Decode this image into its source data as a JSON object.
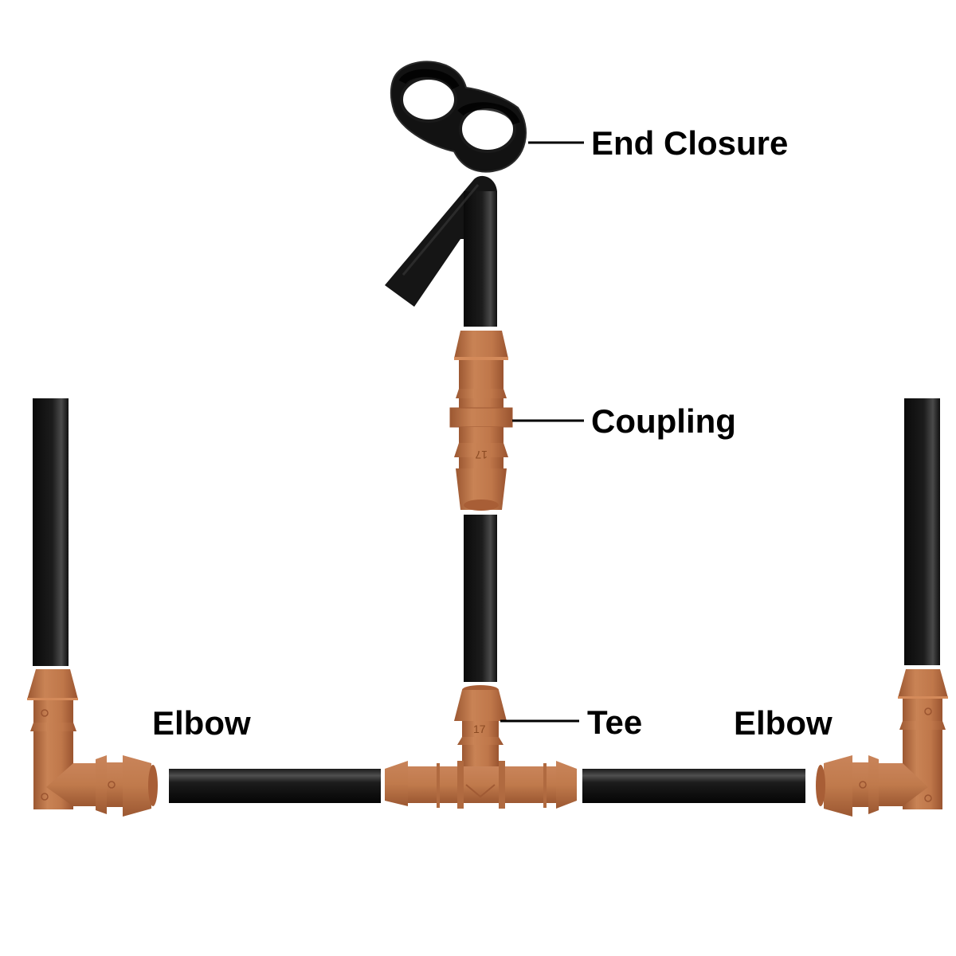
{
  "title": "Drip irrigation fittings assembly",
  "colors": {
    "fitting": "#c27a4c",
    "fitting_dark": "#9a5430",
    "fitting_light": "#d99a6c",
    "tubing": "#141414",
    "tubing_highlight": "#4a4a4a",
    "leader_line": "#000000",
    "label_text": "#000000"
  },
  "labels": {
    "end_closure": "End Closure",
    "coupling": "Coupling",
    "tee": "Tee",
    "elbow_left": "Elbow",
    "elbow_right": "Elbow"
  },
  "part_markings": {
    "coupling_size": "17",
    "tee_size": "17"
  },
  "parts": [
    {
      "name": "End Closure",
      "material": "black plastic",
      "shape": "figure-eight"
    },
    {
      "name": "Coupling",
      "material": "brown plastic",
      "size": "17"
    },
    {
      "name": "Tee",
      "material": "brown plastic",
      "size": "17"
    },
    {
      "name": "Elbow",
      "material": "brown plastic",
      "count": 2
    }
  ],
  "footer_caption": ""
}
